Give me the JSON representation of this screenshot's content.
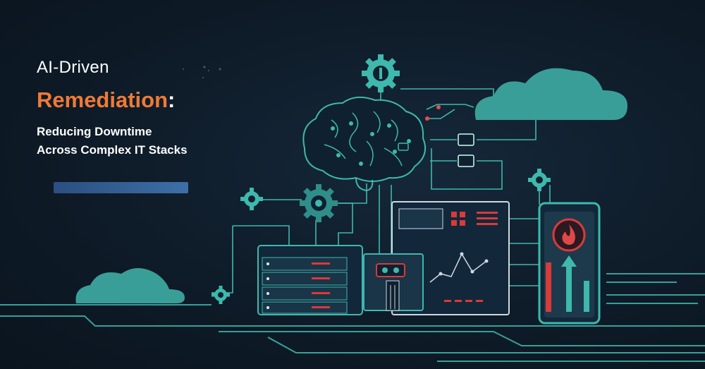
{
  "headline": {
    "line1": "AI-Driven",
    "line2_accent": "Remediation",
    "line2_rest": ":",
    "line3a": "Reducing Downtime",
    "line3b": "Across Complex IT Stacks"
  },
  "colors": {
    "background": "#0e1a26",
    "accent": "#f07a35",
    "teal": "#3fb8ad",
    "alert_red": "#d93a3a"
  },
  "icons": [
    "brain-icon",
    "gear-icon",
    "cloud-icon",
    "server-rack-icon",
    "dashboard-icon",
    "phone-icon",
    "flame-icon",
    "arrow-up-icon"
  ]
}
